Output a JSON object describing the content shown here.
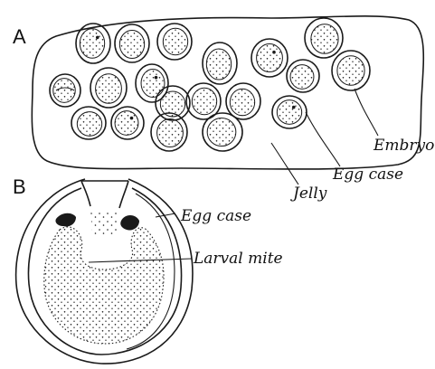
{
  "panels": {
    "a": {
      "letter": "A"
    },
    "b": {
      "letter": "B"
    }
  },
  "labels": {
    "embryo": "Embryo",
    "egg_case_a": "Egg case",
    "jelly": "Jelly",
    "egg_case_b": "Egg case",
    "larval_mite": "Larval mite"
  },
  "colors": {
    "ink": "#1a1a1a",
    "paper": "#ffffff"
  }
}
